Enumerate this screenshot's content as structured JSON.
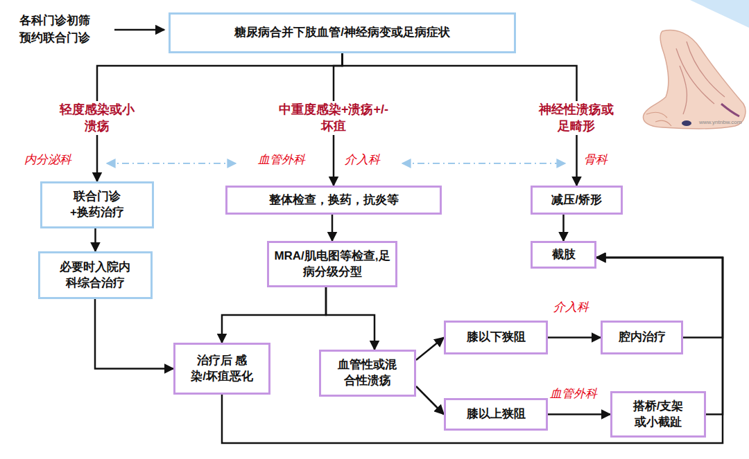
{
  "diagram": {
    "nodes": [
      {
        "text": [
          "糖尿病合并下肢血管/神经病变或足病症状"
        ]
      },
      {
        "text": [
          "联合门诊+换药治疗"
        ]
      },
      {
        "text": [
          "必要时入院内科综合治疗"
        ]
      },
      {
        "text": [
          "整体检查，换药，抗炎等"
        ]
      },
      {
        "text": [
          "MRA/肌电图等检查,足病分级分型"
        ]
      },
      {
        "text": [
          "减压/矫形"
        ]
      },
      {
        "text": [
          "截肢"
        ]
      },
      {
        "text": [
          "治疗后 感染/坏疽恶化"
        ]
      },
      {
        "text": [
          "血管性或混合性溃疡"
        ]
      },
      {
        "text": [
          "膝以下狭阻"
        ]
      },
      {
        "text": [
          "腔内治疗"
        ]
      },
      {
        "text": [
          "膝以上狭阻"
        ]
      },
      {
        "text": [
          "搭桥/支架或小截趾"
        ]
      }
    ],
    "edges": [
      {
        "from": 0,
        "to": 1,
        "arrow": "to",
        "label": "轻度感染或小溃疡"
      },
      {
        "from": 0,
        "to": 3,
        "arrow": "to",
        "label": "中重度感染+溃疡+/-坏疽"
      },
      {
        "from": 0,
        "to": 5,
        "arrow": "to",
        "label": "神经性溃疡或足畸形"
      },
      {
        "from": 1,
        "to": 2,
        "arrow": "to"
      },
      {
        "from": 3,
        "to": 4,
        "arrow": "to"
      },
      {
        "from": 5,
        "to": 6,
        "arrow": "to"
      },
      {
        "from": 2,
        "to": 7,
        "arrow": "to"
      },
      {
        "from": 4,
        "to": 7,
        "arrow": "to"
      },
      {
        "from": 4,
        "to": 8,
        "arrow": "to"
      },
      {
        "from": 8,
        "to": 9,
        "arrow": "to"
      },
      {
        "from": 8,
        "to": 11,
        "arrow": "to"
      },
      {
        "from": 9,
        "to": 10,
        "arrow": "to"
      },
      {
        "from": 11,
        "to": 12,
        "arrow": "to"
      },
      {
        "from": 10,
        "to": 6,
        "arrow": "to"
      },
      {
        "from": 12,
        "to": 6,
        "arrow": "to"
      },
      {
        "from": 7,
        "to": 6,
        "arrow": "to"
      }
    ],
    "labels": [
      "各科门诊初筛 预约联合门诊",
      "内分泌科",
      "血管外科",
      "介入科",
      "骨科",
      "介入科",
      "血管外科",
      "www.yntnbw.com"
    ]
  }
}
